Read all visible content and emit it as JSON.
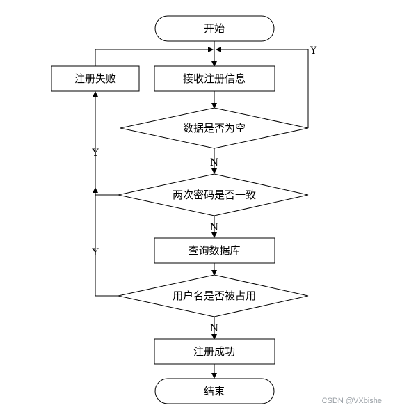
{
  "nodes": {
    "start": "开始",
    "receive": "接收注册信息",
    "register_fail": "注册失败",
    "check_empty": "数据是否为空",
    "check_password": "两次密码是否一致",
    "query_db": "查询数据库",
    "check_taken": "用户名是否被占用",
    "register_success": "注册成功",
    "end": "结束"
  },
  "edges": {
    "empty_yes": "Y",
    "empty_no": "N",
    "password_yes": "Y",
    "password_no": "N",
    "taken_yes": "Y",
    "taken_no": "N"
  },
  "watermark": "CSDN @VXbishe"
}
